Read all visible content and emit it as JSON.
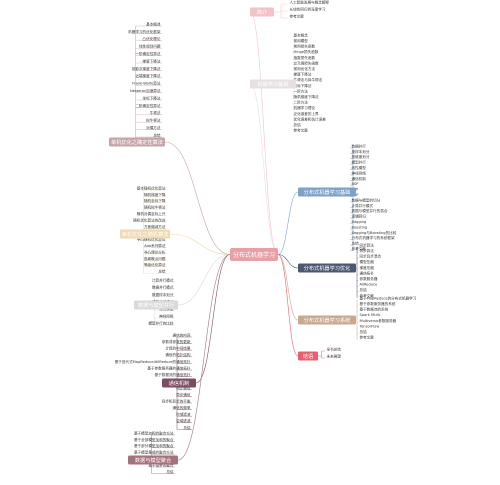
{
  "root": {
    "title": "分布式机器学习",
    "color": "#e8a0a6"
  },
  "branches": [
    {
      "id": "intro",
      "label": "简介",
      "color": "#f3c2c6",
      "side": "right",
      "leaves": [
        "人工智能发展与概念解释",
        "从线性回归到深度学习",
        "参考文献"
      ]
    },
    {
      "id": "ml-basics",
      "label": "机器学习基础",
      "color": "#e6e0e2",
      "textDark": true,
      "side": "right",
      "leaves": [
        "基本概念",
        "常用模型",
        "常用损失函数",
        "Hinge损失函数",
        "指数损失函数",
        "交叉熵损失函数",
        "常用优化方法",
        "梯度下降法",
        "牛顿法与拟牛顿法",
        "坐标下降法",
        "一阶方法",
        "随机梯度下降法",
        "二阶方法",
        "机器学习理论",
        "泛化误差的上界",
        "优化误差和估计误差",
        "总结",
        "参考文献"
      ]
    },
    {
      "id": "dist-basics",
      "label": "分布式机器学习基础",
      "color": "#7fa1c7",
      "side": "right",
      "leaves": [
        "数据并行",
        "按样本划分",
        "按维度划分",
        "模型并行",
        "线性模型",
        "神经网络",
        "通信机制",
        "BSP",
        "SSP",
        "ASP",
        "数据与模型的切分",
        "计算并行模式",
        "数据与模型并行的混合",
        "逻辑回归",
        "Bagging",
        "Boosting",
        "Bagging与Boosting的比较",
        "分布式机器学习的系统框架",
        "总结",
        "参考文献"
      ]
    },
    {
      "id": "dist-opt",
      "label": "分布式机器学习优化",
      "color": "#4c5872",
      "side": "right",
      "leaves": [
        "同步算法",
        "异步算法",
        "同步异步混合",
        "模型压缩",
        "梯度压缩",
        "通信拓扑",
        "参数服务器",
        "AllReduce",
        "总结",
        "参考文献"
      ]
    },
    {
      "id": "dist-systems",
      "label": "分布式机器学习系统",
      "color": "#c8a891",
      "side": "right",
      "leaves": [
        "基于MapReduce的分布式机器学习",
        "基于参数服务器的系统",
        "基于数据流的系统",
        "Spark MLlib",
        "Multiverso参数服务器",
        "TensorFlow",
        "总结",
        "参考文献"
      ]
    },
    {
      "id": "ending",
      "label": "结语",
      "color": "#e8606b",
      "side": "right",
      "leaves": [
        "全书总结",
        "未来展望"
      ]
    },
    {
      "id": "single-opt",
      "label": "单机优化之确定性算法",
      "color": "#c7a4a8",
      "side": "left",
      "leaves": [
        "基本概述",
        "机器学习的优化框架",
        "凸优化理论",
        "线性规划问题",
        "一阶确定性算法",
        "梯度下降法",
        "投影次梯度下降法",
        "近端梯度下降法",
        "Frank-Wolfe算法",
        "Nesterov加速算法",
        "坐标下降法",
        "二阶确定性算法",
        "牛顿法",
        "拟牛顿法",
        "对偶方法",
        "总结"
      ]
    },
    {
      "id": "single-rand",
      "label": "单机优化之随机算法",
      "color": "#f1d9b3",
      "textDark": true,
      "side": "left",
      "leaves": [
        "基本随机优化算法",
        "随机梯度下降",
        "随机坐标下降",
        "随机拟牛顿法",
        "随机对偶坐标上升",
        "随机优化算法的改进",
        "方差缩减方法",
        "算法组合方法",
        "非凸随机优化算法",
        "Ada系列算法",
        "非凸理论分析",
        "逃离鞍点问题",
        "等级优化算法",
        "总结"
      ]
    },
    {
      "id": "data-model",
      "label": "数据与模型并行",
      "color": "#d9d9d9",
      "textDark": true,
      "side": "left",
      "leaves": [
        "计算并行模式",
        "数据并行模式",
        "数据样本划分",
        "模型并行模式",
        "线性模型",
        "神经网络",
        "模型并行的比较"
      ]
    },
    {
      "id": "comm",
      "label": "通信机制",
      "color": "#7a4d63",
      "side": "left",
      "leaves": [
        "通信的内容",
        "参数或参数的更新",
        "计算的中间结果",
        "通信的拓扑结构",
        "基于迭代式MapReduce/AllReduce的通信拓扑",
        "基于参数服务器的通信拓扑",
        "基于数据流的通信拓扑",
        "通信的步调",
        "同步通信",
        "异步通信",
        "同步和异步的平衡",
        "通信的频率",
        "时域滤波",
        "空域滤波",
        "总结"
      ]
    },
    {
      "id": "agg",
      "label": "数据与模型聚合",
      "color": "#a3727a",
      "side": "left",
      "leaves": [
        "基于模型加和的聚合方法",
        "基于全部模型加和的聚合",
        "基于部分模型加和的聚合",
        "基于模型集成的聚合方法",
        "基于输出加和的聚合",
        "基于投票的聚合",
        "总结"
      ]
    }
  ]
}
